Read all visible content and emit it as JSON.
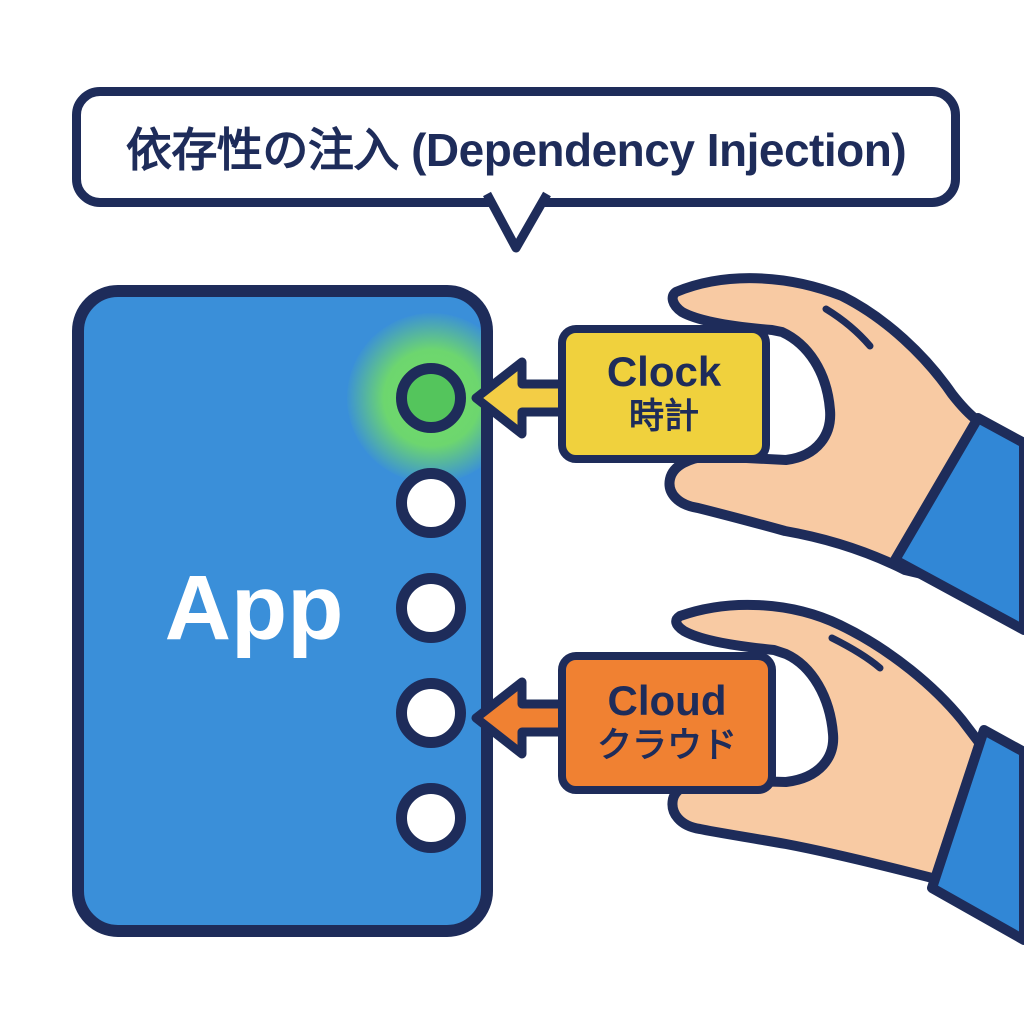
{
  "title": {
    "label": "依存性の注入 (Dependency Injection)"
  },
  "app": {
    "label": "App",
    "ports": [
      {
        "filled": true,
        "color": "#54c55c"
      },
      {
        "filled": false
      },
      {
        "filled": false
      },
      {
        "filled": false
      },
      {
        "filled": false
      }
    ]
  },
  "modules": {
    "clock": {
      "name_en": "Clock",
      "name_ja": "時計",
      "color": "#f0d13d"
    },
    "cloud": {
      "name_en": "Cloud",
      "name_ja": "クラウド",
      "color": "#f08132"
    }
  },
  "colors": {
    "outline_navy": "#1e2c5a",
    "app_blue": "#3a8fd9",
    "active_port_green": "#54c55c",
    "glow_green": "#74e060",
    "clock_yellow": "#f0d13d",
    "cloud_orange": "#f08132",
    "skin": "#f8caa3",
    "sleeve_blue": "#3187d6",
    "background": "#ffffff"
  }
}
